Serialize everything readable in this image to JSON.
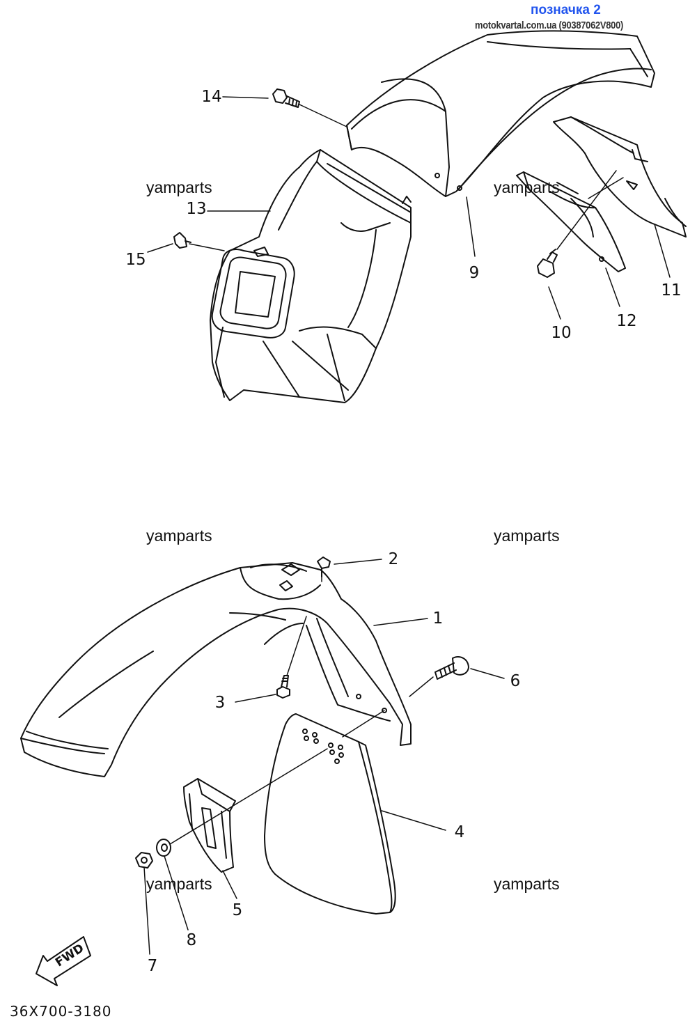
{
  "header": {
    "label": "позначка 2",
    "source": "motokvartal.com.ua (90387062V800)"
  },
  "watermarks": [
    "yamparts",
    "yamparts",
    "yamparts",
    "yamparts",
    "yamparts",
    "yamparts"
  ],
  "callouts": [
    "1",
    "2",
    "3",
    "4",
    "5",
    "6",
    "7",
    "8",
    "9",
    "10",
    "11",
    "12",
    "13",
    "14",
    "15"
  ],
  "fwd_label": "FWD",
  "diagram_code": "36X700-3180",
  "colors": {
    "line": "#111111",
    "header_link": "#2255ee"
  }
}
